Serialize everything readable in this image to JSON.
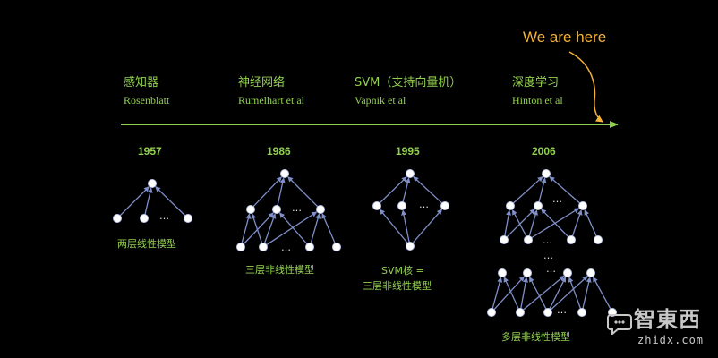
{
  "colors": {
    "background": "#000000",
    "green": "#92D050",
    "text_white": "#E6E6E6",
    "accent_orange": "#F5B335",
    "node_fill": "#FFFFFF",
    "edge": "#7F8FC8",
    "watermark": "#C8C8C8"
  },
  "top_title_partial": "",
  "annotation": {
    "label": "We are here"
  },
  "timeline": {
    "eras": [
      {
        "name": "感知器",
        "author": "Rosenblatt",
        "year": "1957",
        "captions": [
          "两层线性模型"
        ]
      },
      {
        "name": "神经网络",
        "author": "Rumelhart et al",
        "year": "1986",
        "captions": [
          "三层非线性模型"
        ]
      },
      {
        "name": "SVM（支持向量机）",
        "author": "Vapnik et al",
        "year": "1995",
        "captions": [
          "SVM核 =",
          "三层非线性模型"
        ]
      },
      {
        "name": "深度学习",
        "author": "Hinton et al",
        "year": "2006",
        "captions": [
          "多层非线性模型"
        ]
      }
    ]
  },
  "diagram_labels": {
    "ellipsis": "…"
  },
  "watermark": {
    "name": "智東西",
    "url": "zhidx.com",
    "icon": "chat-bubble-logo"
  }
}
